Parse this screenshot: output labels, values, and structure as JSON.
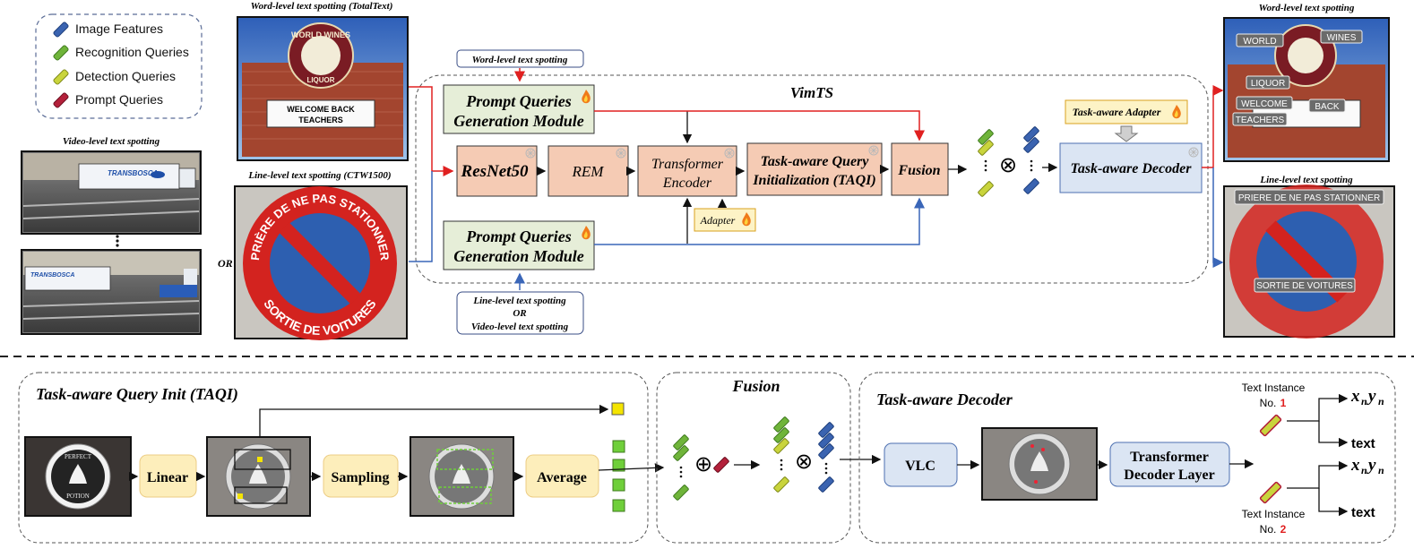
{
  "legend": {
    "items": [
      {
        "label": "Image Features",
        "color": "#3a63b0"
      },
      {
        "label": "Recognition Queries",
        "color": "#6fb43a"
      },
      {
        "label": "Detection Queries",
        "color": "#c9d43c"
      },
      {
        "label": "Prompt Queries",
        "color": "#b3203a"
      }
    ]
  },
  "inputs": {
    "video_title": "Video-level text spotting",
    "word_title": "Word-level text spotting (TotalText)",
    "line_title": "Line-level text spotting (CTW1500)",
    "or_label": "OR",
    "truck_text": "TRANSBOSCA"
  },
  "top": {
    "vimts_title": "VimTS",
    "prompt_word_label": "Word-level text spotting",
    "prompt_line_label_1": "Line-level text spotting",
    "prompt_line_label_2": "OR",
    "prompt_line_label_3": "Video-level text spotting",
    "pqgm_line1": "Prompt Queries",
    "pqgm_line2": "Generation Module",
    "resnet": "ResNet50",
    "rem": "REM",
    "transformer_1": "Transformer",
    "transformer_2": "Encoder",
    "taqi_1": "Task-aware Query",
    "taqi_2": "Initialization (TAQI)",
    "fusion": "Fusion",
    "adapter": "Adapter",
    "task_adapter": "Task-aware Adapter",
    "decoder": "Task-aware Decoder"
  },
  "outputs": {
    "word_title": "Word-level text spotting",
    "line_title": "Line-level text spotting",
    "word_labels": [
      "WORLD",
      "WINES",
      "LIQUOR",
      "WELCOME",
      "BACK",
      "TEACHERS"
    ],
    "line_labels": [
      "PRIERE DE NE PAS STATIONNER",
      "SORTIE DE VOITURES"
    ]
  },
  "sign": {
    "top_text": "PRIÈRE DE NE PAS STATIONNER",
    "bottom_text": "SORTIE DE VOITURES",
    "marquee_1": "WELCOME BACK",
    "marquee_2": "TEACHERS",
    "world_wines": "WORLD WINES",
    "liquor": "LIQUOR"
  },
  "bottom": {
    "taqi_title": "Task-aware Query Init (TAQI)",
    "linear": "Linear",
    "sampling": "Sampling",
    "average": "Average",
    "fusion_title": "Fusion",
    "decoder_title": "Task-aware Decoder",
    "vlc": "VLC",
    "tdl_1": "Transformer",
    "tdl_2": "Decoder Layer",
    "ti_label": "Text Instance",
    "ti1_no": "No.",
    "ti1_num": "1",
    "ti2_no": "No.",
    "ti2_num": "2",
    "out_xy_x": "x",
    "out_xy_n": "n",
    "out_xy_y": "y",
    "out_text": "text",
    "perfect": "PERFECT",
    "potion": "POTION"
  }
}
